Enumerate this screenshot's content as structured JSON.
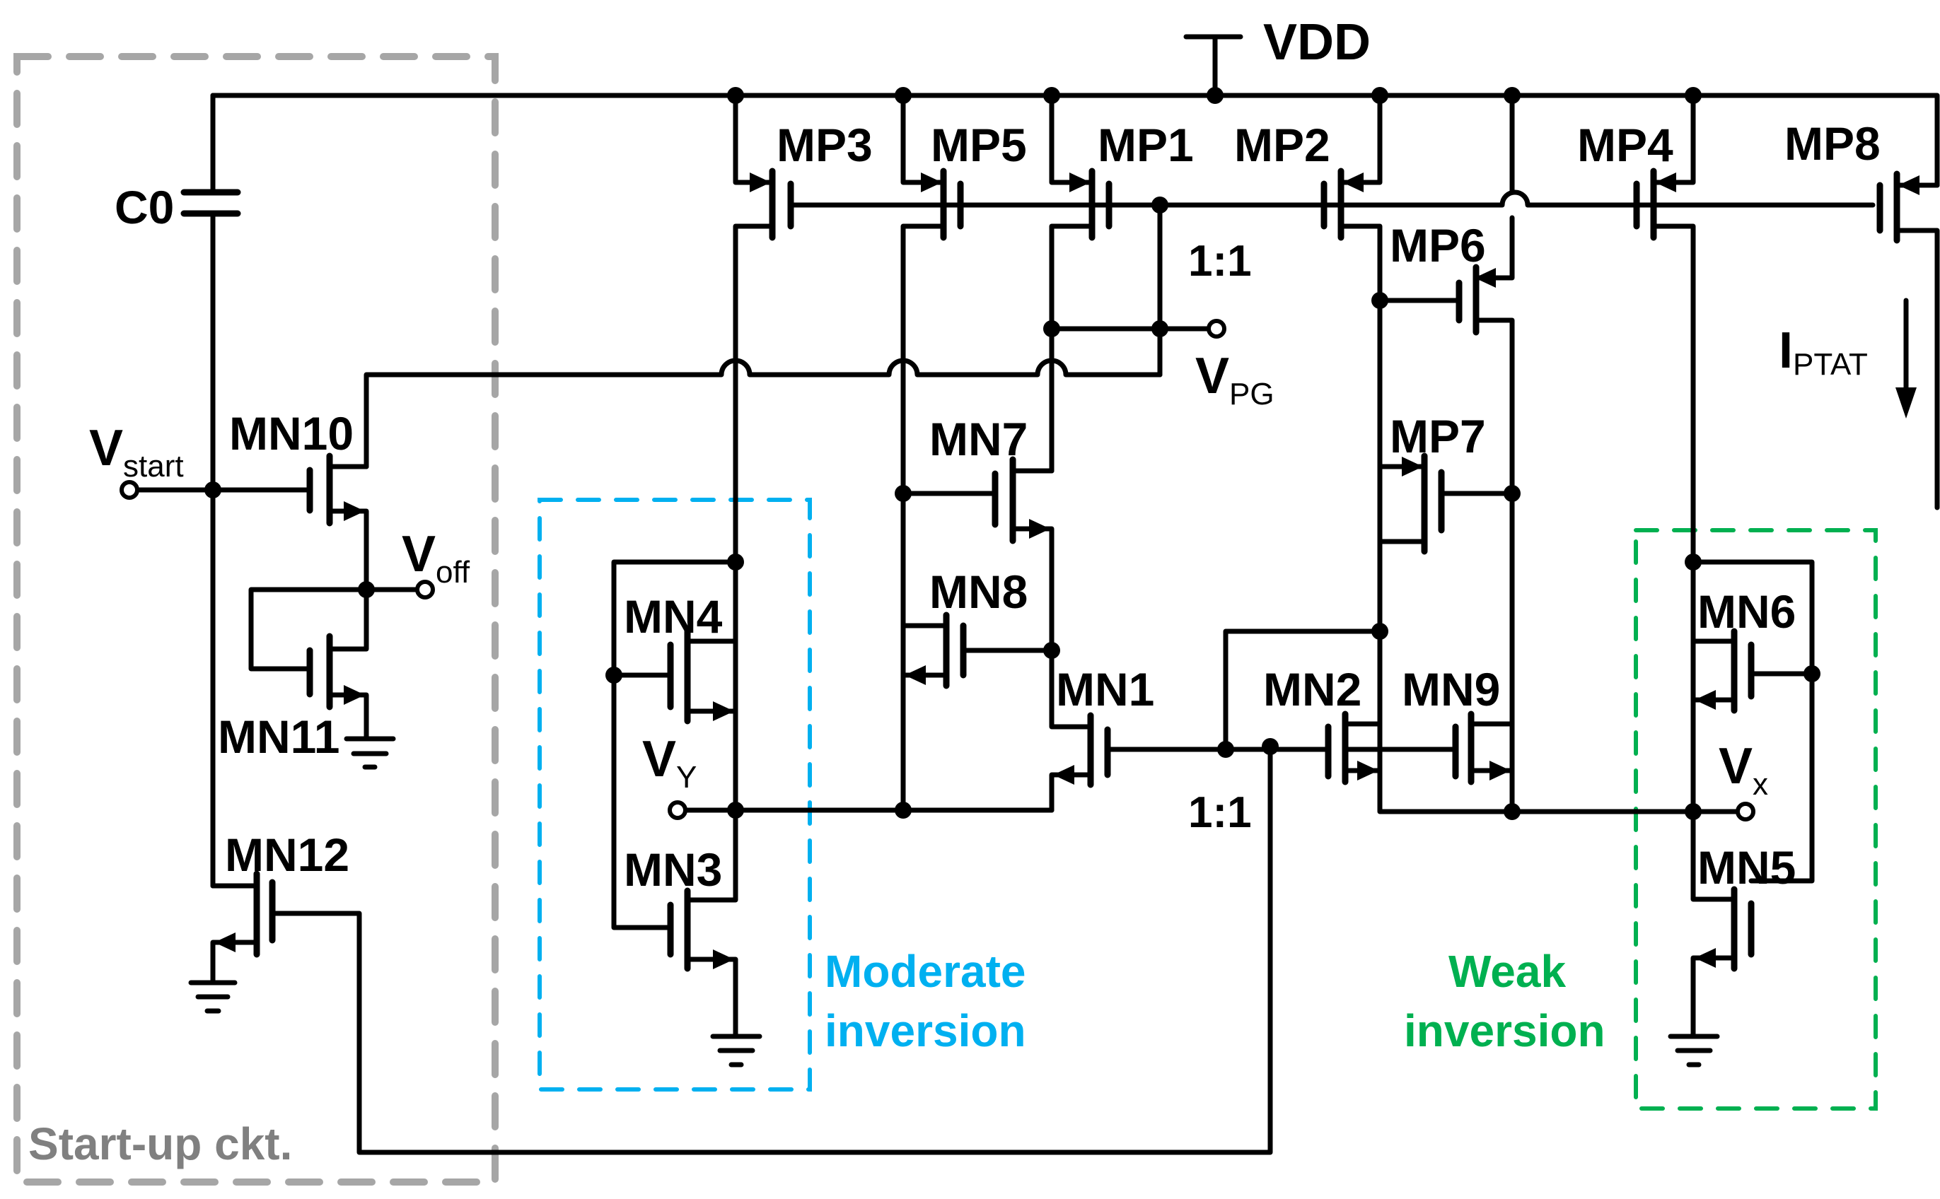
{
  "title": "PTAT current reference schematic with start-up circuit",
  "colors": {
    "wire": "#000000",
    "startup_box": "#a6a6a6",
    "startup_text": "#808080",
    "moderate_inversion": "#00b0f0",
    "weak_inversion": "#00b050"
  },
  "supply": {
    "vdd": "VDD"
  },
  "capacitor": {
    "c0": "C0"
  },
  "transistors": {
    "pmos": [
      "MP3",
      "MP5",
      "MP1",
      "MP2",
      "MP4",
      "MP8",
      "MP6",
      "MP7"
    ],
    "nmos": [
      "MN10",
      "MN11",
      "MN12",
      "MN4",
      "MN3",
      "MN7",
      "MN8",
      "MN1",
      "MN2",
      "MN9",
      "MN6",
      "MN5"
    ]
  },
  "labels": {
    "MP3": "MP3",
    "MP5": "MP5",
    "MP1": "MP1",
    "MP2": "MP2",
    "MP4": "MP4",
    "MP8": "MP8",
    "MP6": "MP6",
    "MP7": "MP7",
    "MN10": "MN10",
    "MN11": "MN11",
    "MN12": "MN12",
    "MN4": "MN4",
    "MN3": "MN3",
    "MN7": "MN7",
    "MN8": "MN8",
    "MN1": "MN1",
    "MN2": "MN2",
    "MN9": "MN9",
    "MN6": "MN6",
    "MN5": "MN5"
  },
  "ratios": {
    "pmos_mirror": "1:1",
    "nmos_mirror": "1:1"
  },
  "nodes": {
    "vpg": {
      "main": "V",
      "sub": "PG"
    },
    "vstart": {
      "main": "V",
      "sub": "start"
    },
    "voff": {
      "main": "V",
      "sub": "off"
    },
    "vy": {
      "main": "V",
      "sub": "Y"
    },
    "vx": {
      "main": "V",
      "sub": "x"
    }
  },
  "output": {
    "main": "I",
    "sub": "PTAT",
    "direction": "down"
  },
  "regions": {
    "startup": "Start-up ckt.",
    "moderate": [
      "Moderate",
      "inversion"
    ],
    "weak": [
      "Weak",
      "inversion"
    ]
  }
}
